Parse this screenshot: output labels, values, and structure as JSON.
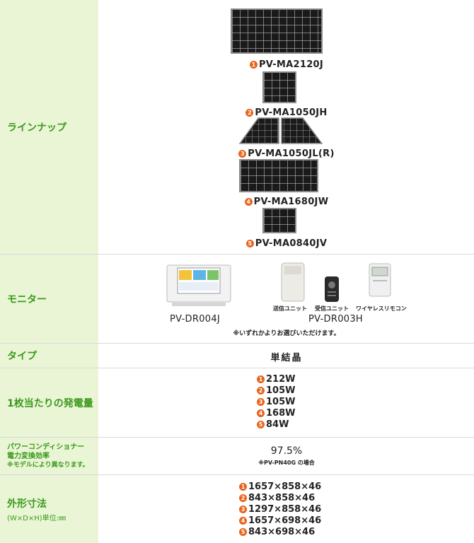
{
  "lineup": {
    "label": "ラインナップ",
    "items": [
      {
        "num": "1",
        "model": "PV-MA2120J"
      },
      {
        "num": "2",
        "model": "PV-MA1050JH"
      },
      {
        "num": "3",
        "model": "PV-MA1050JL(R)"
      },
      {
        "num": "4",
        "model": "PV-MA1680JW"
      },
      {
        "num": "5",
        "model": "PV-MA0840JV"
      }
    ]
  },
  "monitor": {
    "label": "モニター",
    "model_a": "PV-DR004J",
    "model_b": "PV-DR003H",
    "caption_tx": "送信ユニット",
    "caption_rx": "受信ユニット",
    "caption_remote": "ワイヤレスリモコン",
    "note": "※いずれかよりお選びいただけます。"
  },
  "type": {
    "label": "タイプ",
    "value": "単結晶"
  },
  "power": {
    "label": "1枚当たりの発電量",
    "items": [
      {
        "num": "1",
        "value": "212W"
      },
      {
        "num": "2",
        "value": "105W"
      },
      {
        "num": "3",
        "value": "105W"
      },
      {
        "num": "4",
        "value": "168W"
      },
      {
        "num": "5",
        "value": "84W"
      }
    ]
  },
  "efficiency": {
    "label_1": "パワーコンディショナー",
    "label_2": "電力変換効率",
    "label_3": "※モデルにより異なります。",
    "value": "97.5%",
    "note": "※PV-PN40G の場合"
  },
  "dimensions": {
    "label": "外形寸法",
    "sub": "(W×D×H)単位:㎜",
    "items": [
      {
        "num": "1",
        "value": "1657×858×46"
      },
      {
        "num": "2",
        "value": "843×858×46"
      },
      {
        "num": "3",
        "value": "1297×858×46"
      },
      {
        "num": "4",
        "value": "1657×698×46"
      },
      {
        "num": "5",
        "value": "843×698×46"
      }
    ]
  },
  "colors": {
    "label_bg": "#eaf5d6",
    "label_text": "#3a9a1a",
    "badge": "#e8641c"
  }
}
